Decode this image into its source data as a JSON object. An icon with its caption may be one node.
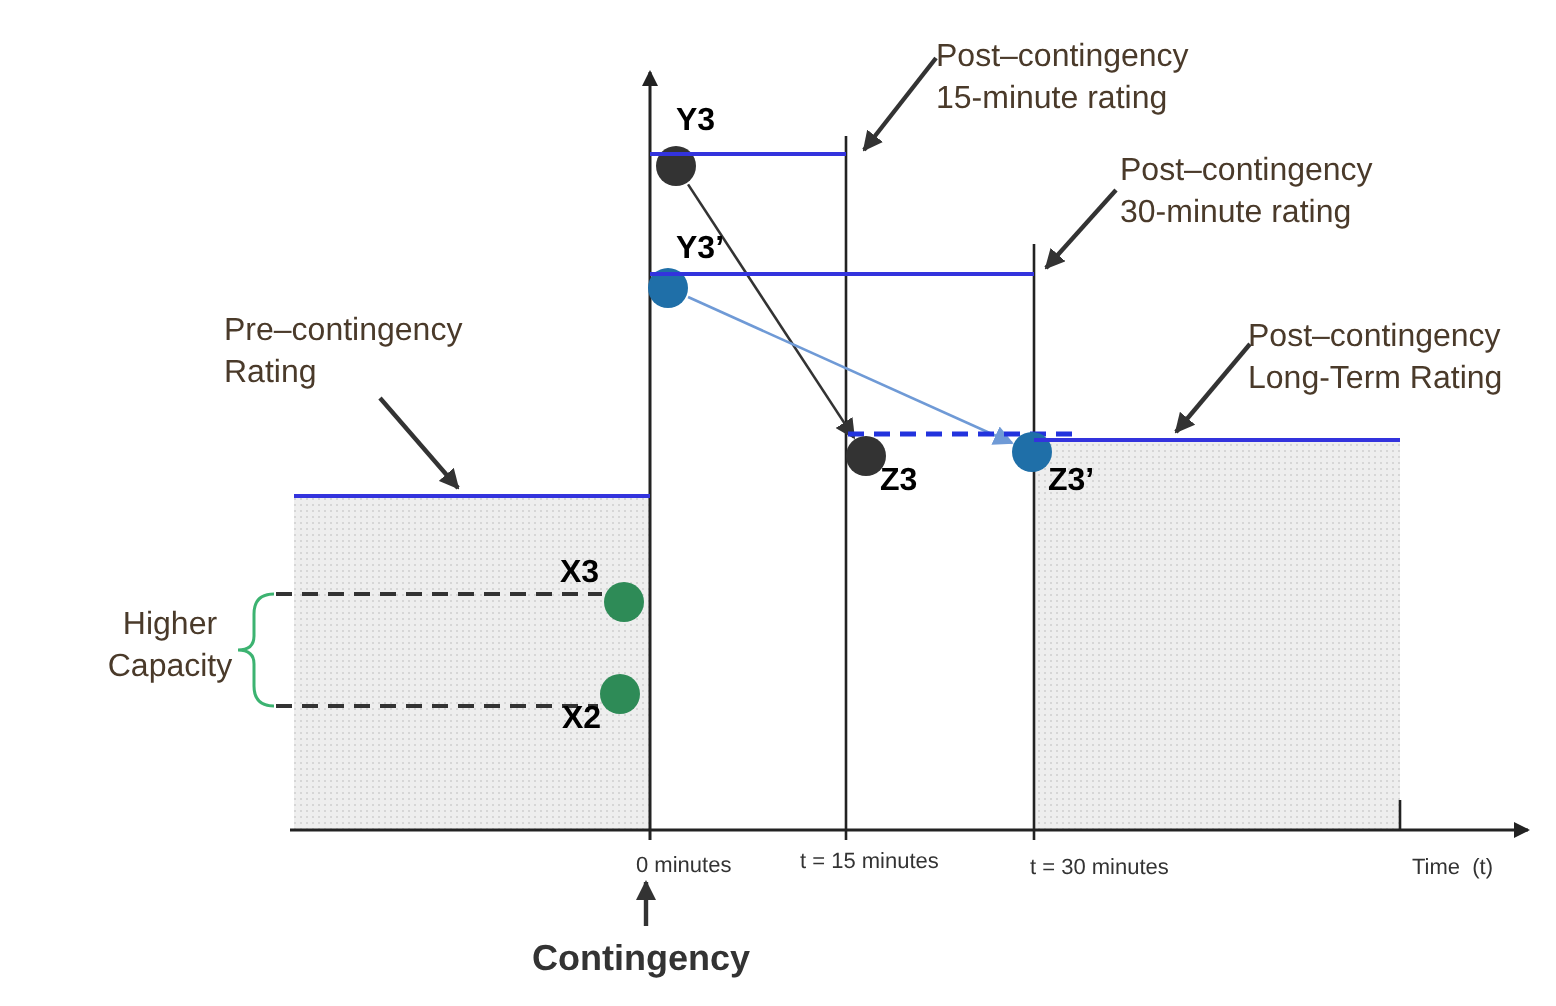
{
  "diagram": {
    "nodes": [
      {
        "text": [
          "Pre–contingency Rating"
        ]
      },
      {
        "text": [
          "Post–contingency 15-minute rating"
        ]
      },
      {
        "text": [
          "Post–contingency 30-minute rating"
        ]
      },
      {
        "text": [
          "Post–contingency Long-Term Rating"
        ]
      },
      {
        "text": [],
        "shape": "circle",
        "beside": [
          "Y3"
        ]
      },
      {
        "text": [],
        "shape": "circle",
        "beside": [
          "Y3’"
        ]
      },
      {
        "text": [],
        "shape": "circle",
        "beside": [
          "Z3"
        ]
      },
      {
        "text": [],
        "shape": "circle",
        "beside": [
          "Z3’"
        ]
      },
      {
        "text": [],
        "shape": "circle",
        "beside": [
          "X3"
        ]
      },
      {
        "text": [],
        "shape": "circle",
        "beside": [
          "X2"
        ]
      },
      {
        "text": [
          "Higher Capacity"
        ]
      },
      {
        "text": [
          "Contingency"
        ]
      },
      {
        "text": [
          "0 minutes"
        ]
      },
      {
        "text": [],
        "shape": "bar"
      },
      {
        "text": [],
        "shape": "bar"
      },
      {
        "text": [],
        "shape": "bar"
      },
      {
        "text": [],
        "shape": "bar"
      }
    ],
    "edges": [
      {
        "from": 0,
        "to": 13,
        "arrow": "to"
      },
      {
        "from": 1,
        "to": 14,
        "arrow": "to"
      },
      {
        "from": 2,
        "to": 15,
        "arrow": "to"
      },
      {
        "from": 3,
        "to": 16,
        "arrow": "to"
      },
      {
        "from": 4,
        "to": 6,
        "arrow": "to"
      },
      {
        "from": 5,
        "to": 7,
        "arrow": "to",
        "color": "#6f9ad6"
      },
      {
        "from": 11,
        "to": 12,
        "arrow": "to"
      },
      {
        "from": 10,
        "to": 8,
        "arrow": "none",
        "style": "dashed"
      },
      {
        "from": 10,
        "to": 9,
        "arrow": "none",
        "style": "dashed"
      },
      {
        "from": 6,
        "to": 7,
        "arrow": "none",
        "style": "dashed",
        "color": "#2233dd"
      }
    ],
    "labels": [
      "t = 15 minutes",
      "t = 30 minutes",
      "Time  (t)"
    ]
  }
}
